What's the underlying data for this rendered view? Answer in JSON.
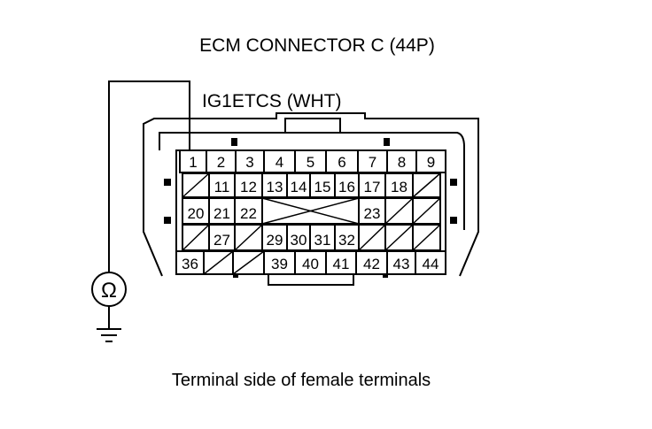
{
  "title": "ECM CONNECTOR C (44P)",
  "wire_label": "IG1ETCS (WHT)",
  "caption": "Terminal side of female terminals",
  "meter": {
    "symbol": "Ω",
    "icon": "ohmmeter-icon",
    "ground_icon": "ground-icon"
  },
  "connector": {
    "rows": [
      {
        "cells": [
          "1",
          "2",
          "3",
          "4",
          "5",
          "6",
          "7",
          "8",
          "9"
        ]
      },
      {
        "cells": [
          "",
          "11",
          "12",
          "13",
          "14",
          "15",
          "16",
          "17",
          "18",
          ""
        ]
      },
      {
        "cells": [
          "20",
          "21",
          "22",
          "",
          "",
          "",
          "",
          "23",
          "",
          ""
        ]
      },
      {
        "cells": [
          "",
          "27",
          "",
          "29",
          "30",
          "31",
          "32",
          "",
          "",
          ""
        ]
      },
      {
        "cells": [
          "36",
          "",
          "",
          "39",
          "40",
          "41",
          "42",
          "43",
          "44"
        ]
      }
    ]
  },
  "colors": {
    "line": "#000000",
    "background": "#ffffff"
  }
}
